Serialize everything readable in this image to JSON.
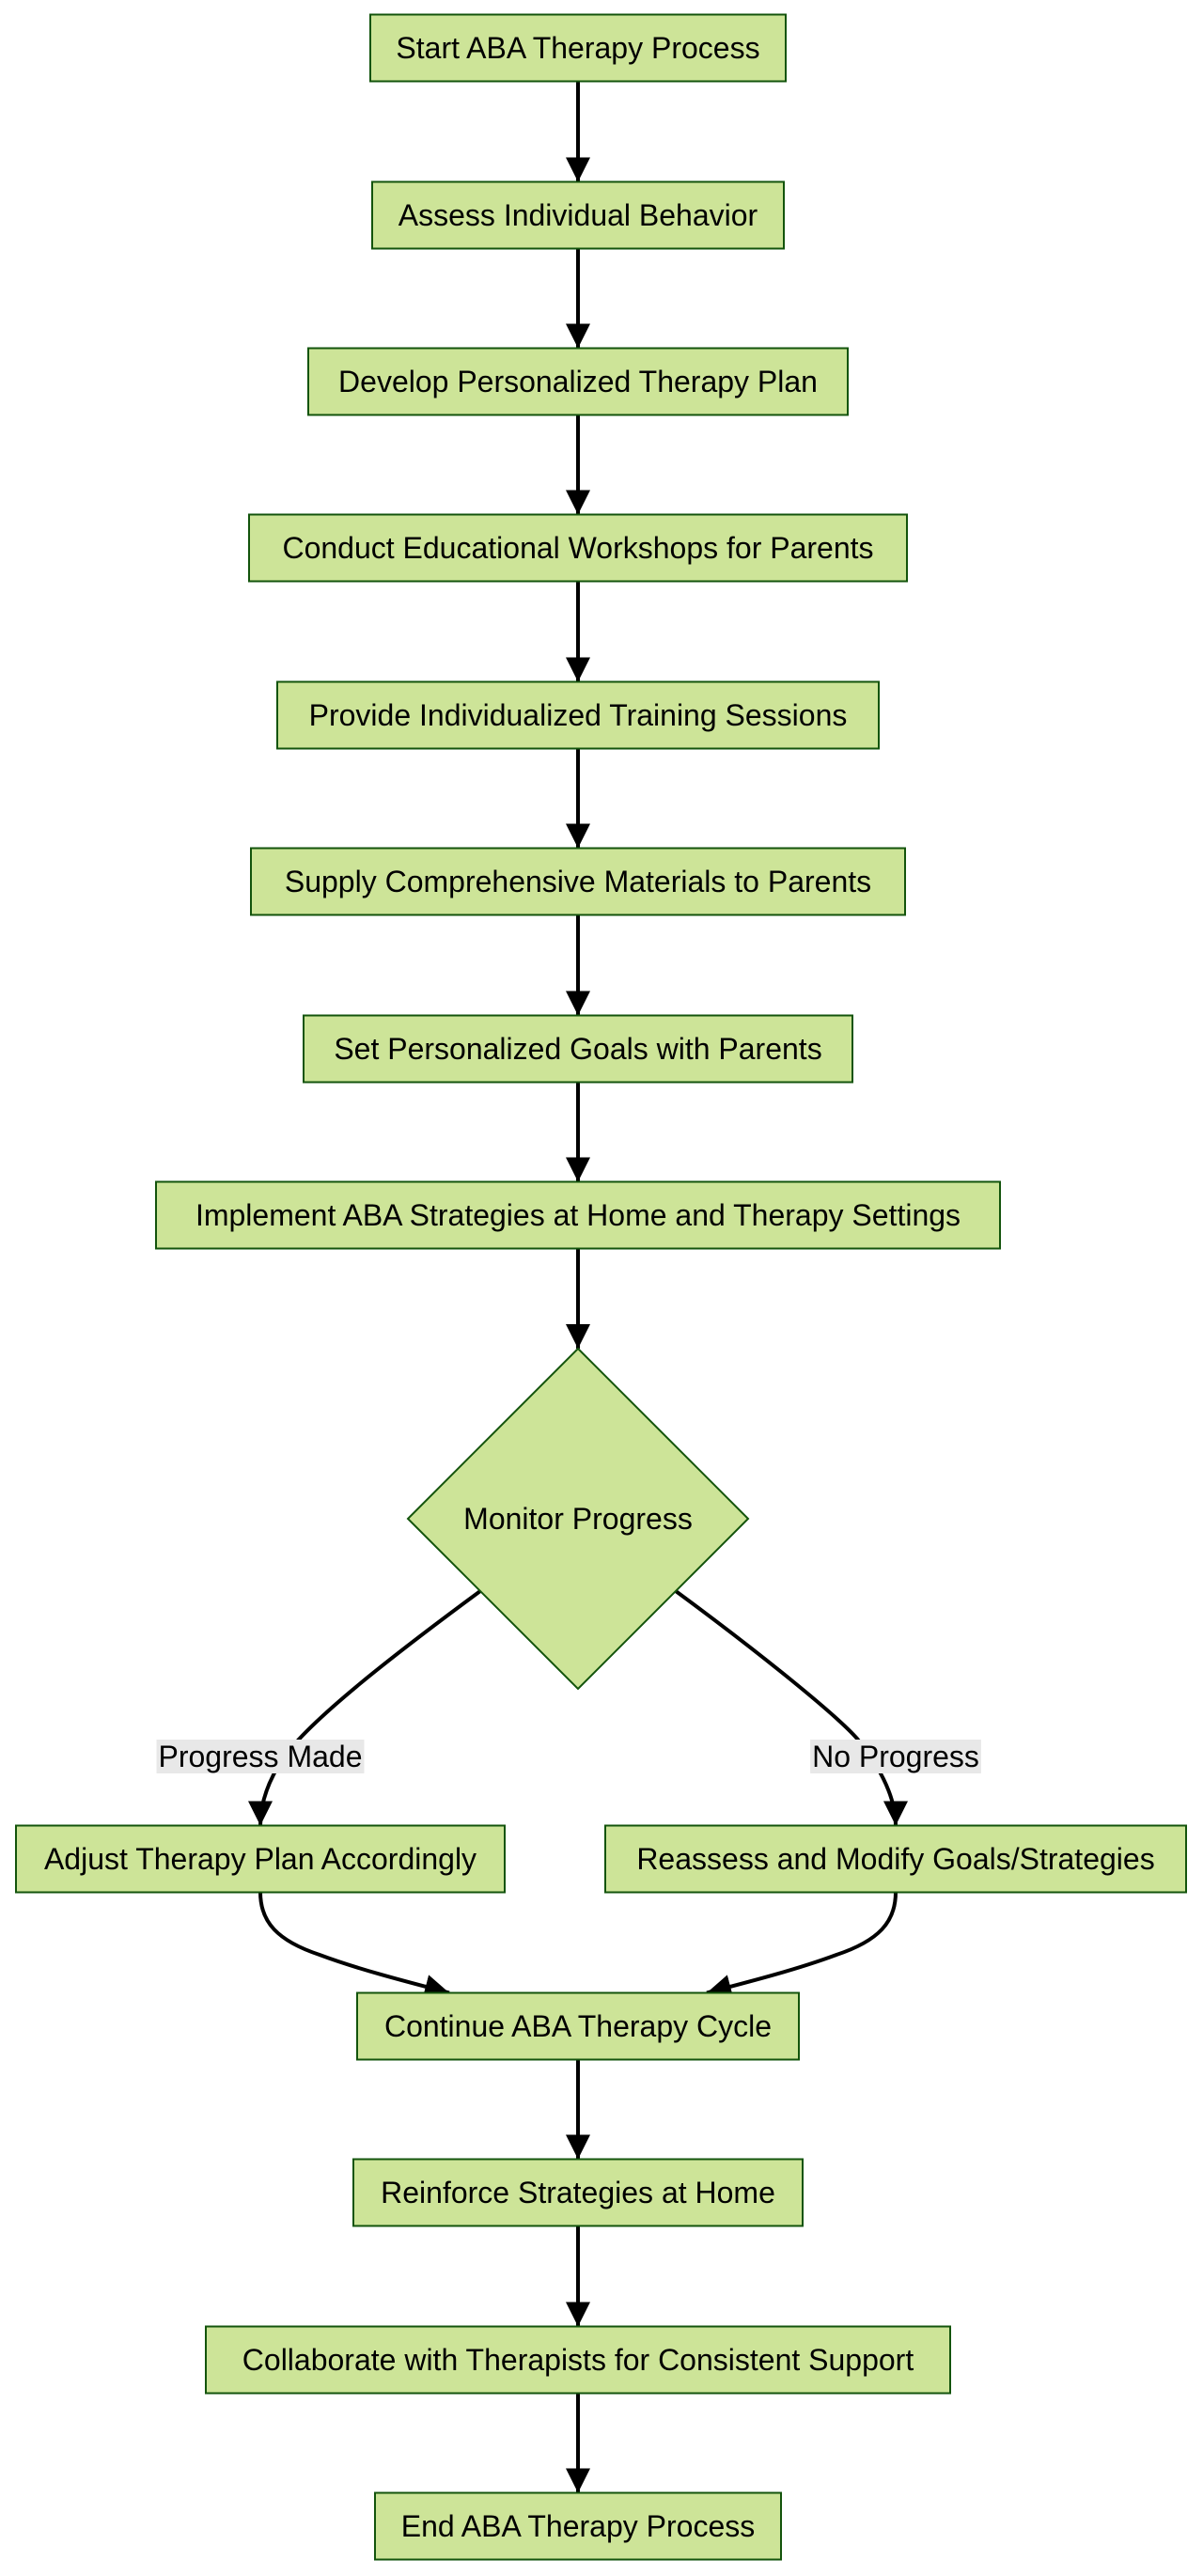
{
  "diagram": {
    "type": "flowchart",
    "direction": "top-to-bottom",
    "colors": {
      "node_fill": "#cde498",
      "node_border": "#13540c",
      "edge": "#000000",
      "edge_label_bg": "#e8e8e8"
    },
    "nodes": [
      {
        "id": "start",
        "label": "Start ABA Therapy Process",
        "shape": "rect"
      },
      {
        "id": "assess",
        "label": "Assess Individual Behavior",
        "shape": "rect"
      },
      {
        "id": "develop",
        "label": "Develop Personalized Therapy Plan",
        "shape": "rect"
      },
      {
        "id": "workshops",
        "label": "Conduct Educational Workshops for Parents",
        "shape": "rect"
      },
      {
        "id": "training",
        "label": "Provide Individualized Training Sessions",
        "shape": "rect"
      },
      {
        "id": "materials",
        "label": "Supply Comprehensive Materials to Parents",
        "shape": "rect"
      },
      {
        "id": "goals",
        "label": "Set Personalized Goals with Parents",
        "shape": "rect"
      },
      {
        "id": "implement",
        "label": "Implement ABA Strategies at Home and Therapy Settings",
        "shape": "rect"
      },
      {
        "id": "monitor",
        "label": "Monitor Progress",
        "shape": "diamond"
      },
      {
        "id": "adjust",
        "label": "Adjust Therapy Plan Accordingly",
        "shape": "rect"
      },
      {
        "id": "reassess",
        "label": "Reassess and Modify Goals/Strategies",
        "shape": "rect"
      },
      {
        "id": "continue",
        "label": "Continue ABA Therapy Cycle",
        "shape": "rect"
      },
      {
        "id": "reinforce",
        "label": "Reinforce Strategies at Home",
        "shape": "rect"
      },
      {
        "id": "collaborate",
        "label": "Collaborate with Therapists for Consistent Support",
        "shape": "rect"
      },
      {
        "id": "end",
        "label": "End ABA Therapy Process",
        "shape": "rect"
      }
    ],
    "edges": [
      {
        "from": "start",
        "to": "assess",
        "label": ""
      },
      {
        "from": "assess",
        "to": "develop",
        "label": ""
      },
      {
        "from": "develop",
        "to": "workshops",
        "label": ""
      },
      {
        "from": "workshops",
        "to": "training",
        "label": ""
      },
      {
        "from": "training",
        "to": "materials",
        "label": ""
      },
      {
        "from": "materials",
        "to": "goals",
        "label": ""
      },
      {
        "from": "goals",
        "to": "implement",
        "label": ""
      },
      {
        "from": "implement",
        "to": "monitor",
        "label": ""
      },
      {
        "from": "monitor",
        "to": "adjust",
        "label": "Progress Made"
      },
      {
        "from": "monitor",
        "to": "reassess",
        "label": "No Progress"
      },
      {
        "from": "adjust",
        "to": "continue",
        "label": ""
      },
      {
        "from": "reassess",
        "to": "continue",
        "label": ""
      },
      {
        "from": "continue",
        "to": "reinforce",
        "label": ""
      },
      {
        "from": "reinforce",
        "to": "collaborate",
        "label": ""
      },
      {
        "from": "collaborate",
        "to": "end",
        "label": ""
      }
    ]
  }
}
